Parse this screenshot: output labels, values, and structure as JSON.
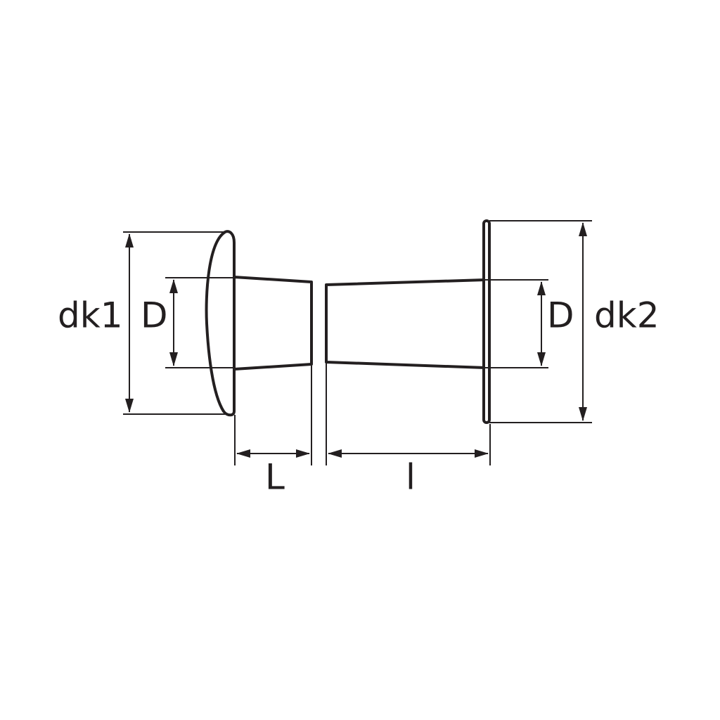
{
  "colors": {
    "line": "#231f20",
    "background": "#ffffff"
  },
  "labels": {
    "dk1": "dk1",
    "d_left": "D",
    "d_right": "D",
    "dk2": "dk2",
    "L": "L",
    "l": "l"
  }
}
